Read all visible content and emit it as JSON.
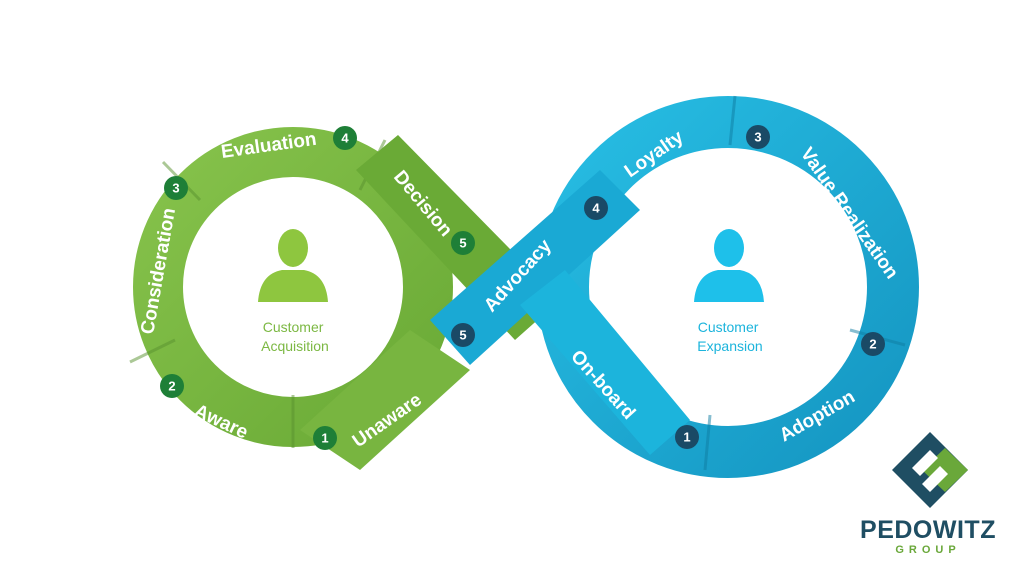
{
  "colors": {
    "green": "#7cb843",
    "green_dark": "#5e9a2e",
    "green_badge": "#1e7f37",
    "blue": "#1cb4dc",
    "blue_dark": "#1390b8",
    "blue_badge": "#1a4a66",
    "navy": "#1f4e63"
  },
  "left_loop": {
    "center_label": [
      "Customer",
      "Acquisition"
    ],
    "stages": [
      {
        "label": "Unaware",
        "number": "1"
      },
      {
        "label": "Aware",
        "number": "2"
      },
      {
        "label": "Consideration",
        "number": "3"
      },
      {
        "label": "Evaluation",
        "number": "4"
      },
      {
        "label": "Decision",
        "number": "5"
      }
    ]
  },
  "right_loop": {
    "center_label": [
      "Customer",
      "Expansion"
    ],
    "stages": [
      {
        "label": "On-board",
        "number": "1"
      },
      {
        "label": "Adoption",
        "number": "2"
      },
      {
        "label": "Value Realization",
        "number": "3"
      },
      {
        "label": "Loyalty",
        "number": "4"
      },
      {
        "label": "Advocacy",
        "number": "5"
      }
    ]
  },
  "logo": {
    "name": "PEDOWITZ",
    "sub": "GROUP"
  }
}
